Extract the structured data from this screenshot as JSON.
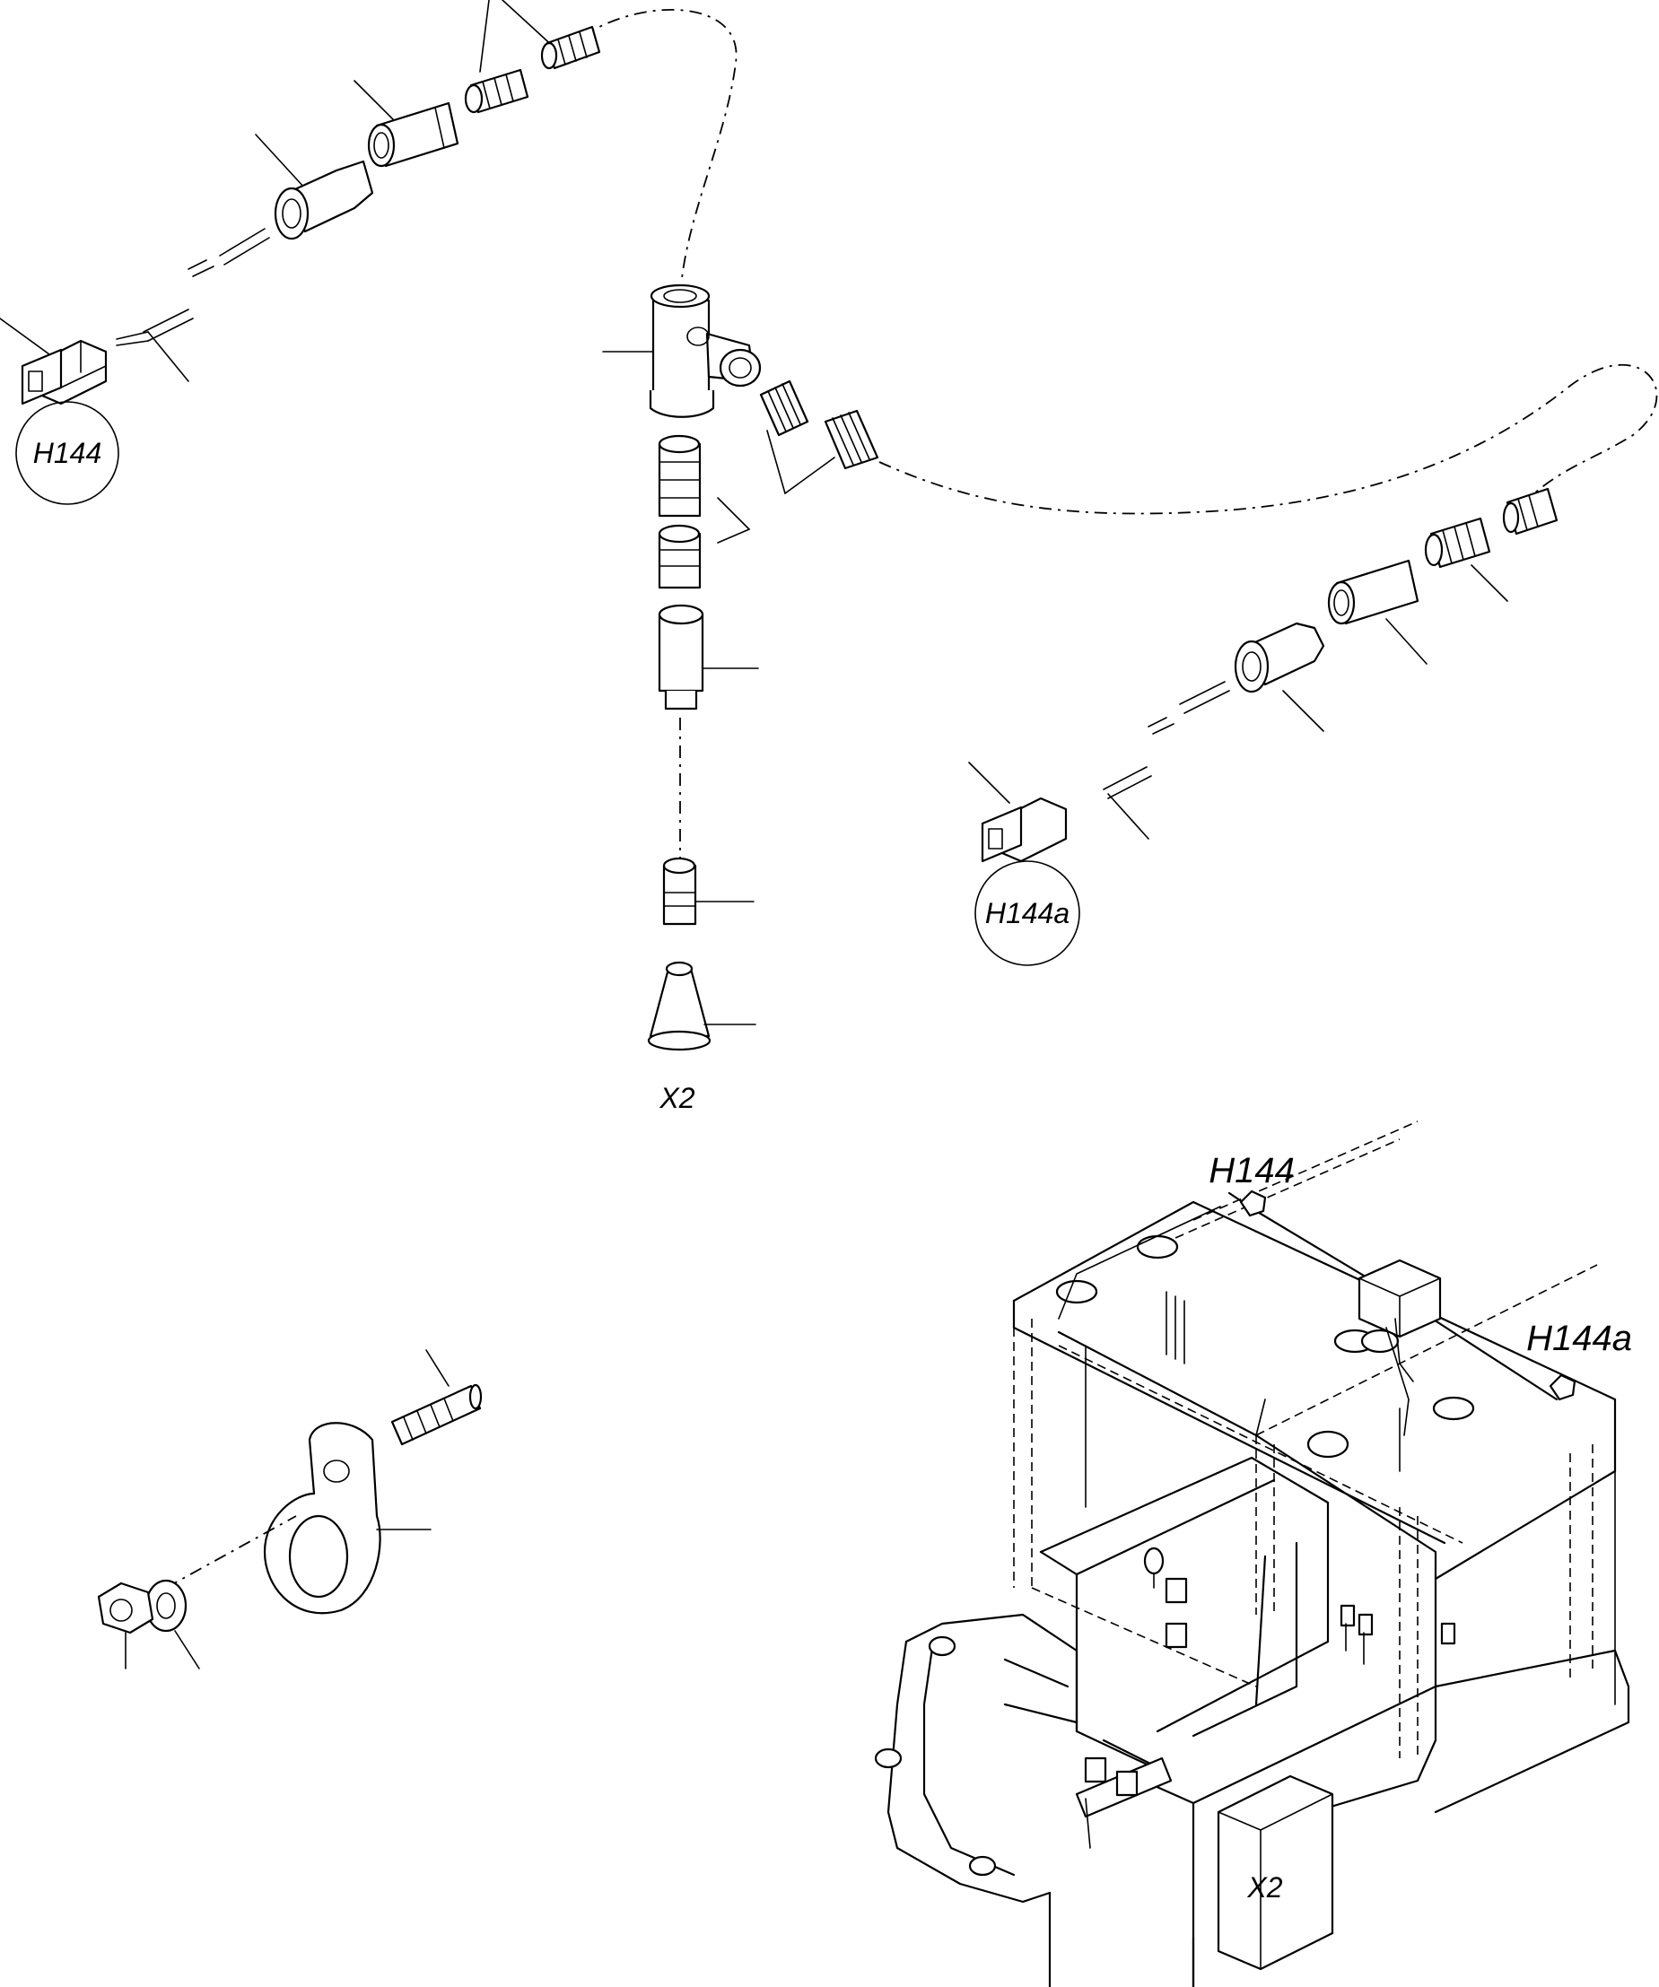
{
  "labels": {
    "h144_circle": "H144",
    "h144a_circle": "H144a",
    "x2_bottom": "X2",
    "h144_machine": "H144",
    "h144a_machine": "H144a",
    "x2_machine": "X2"
  },
  "colors": {
    "line": "#000000",
    "background": "#ffffff"
  }
}
